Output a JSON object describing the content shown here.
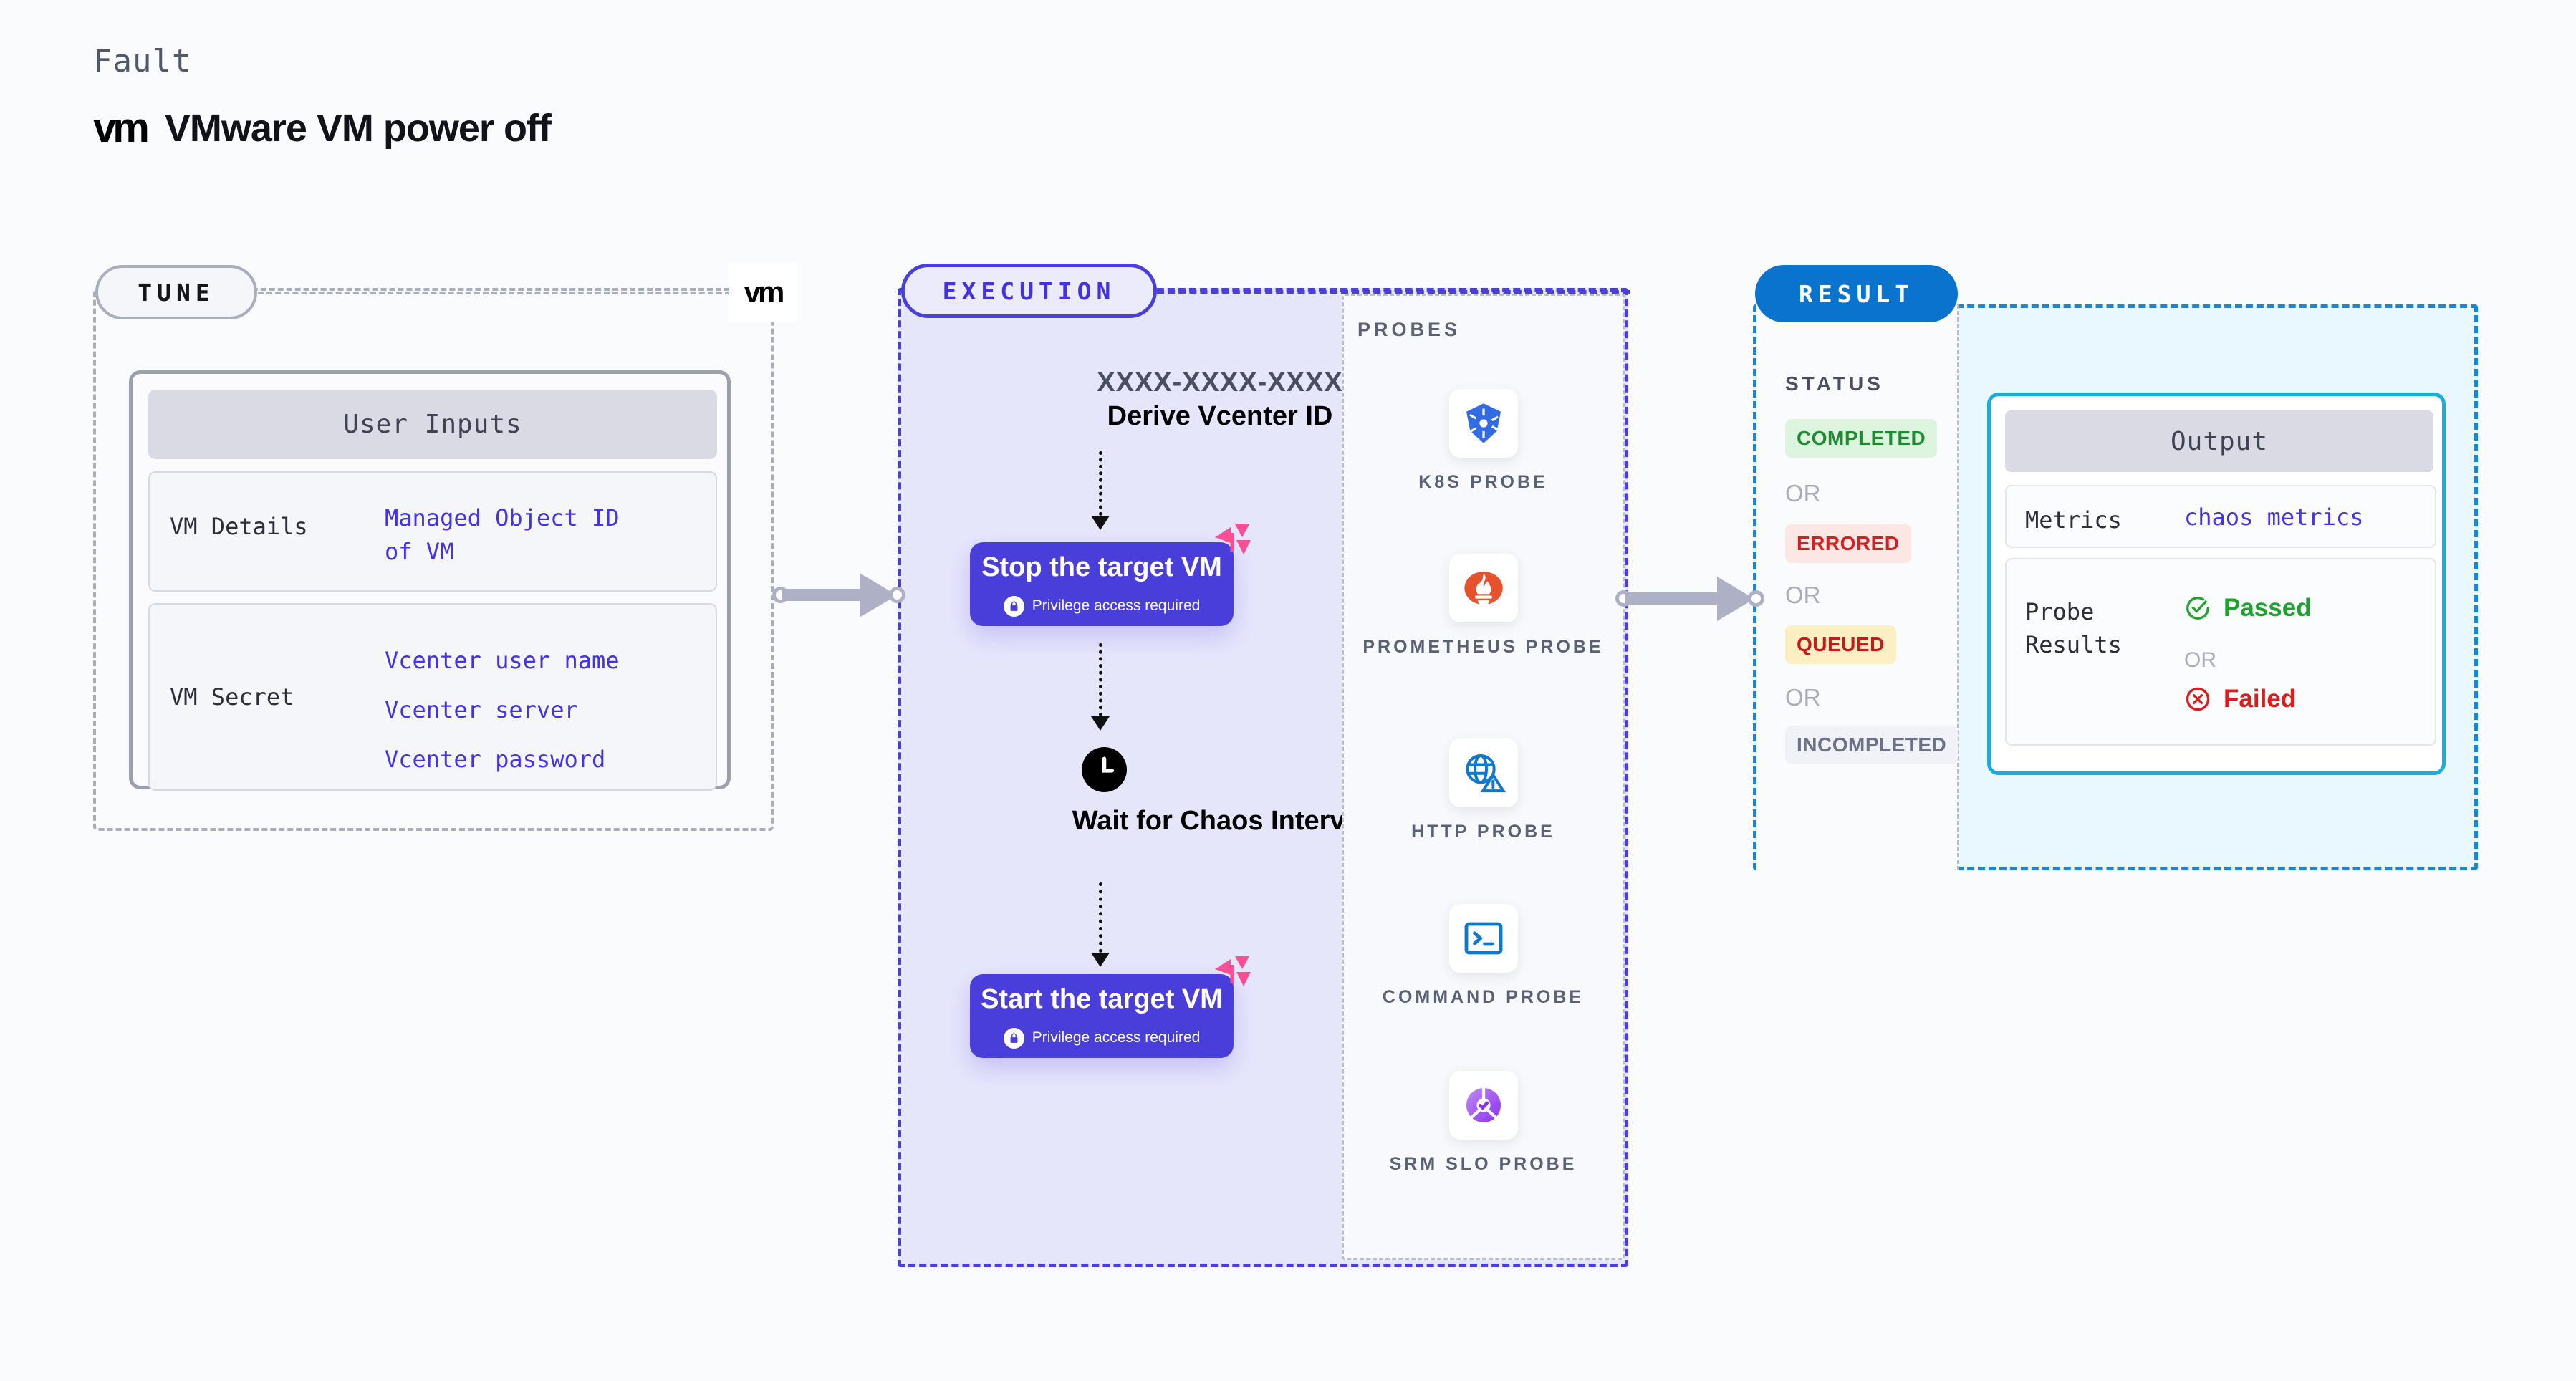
{
  "header": {
    "kicker": "Fault",
    "logo_text": "vm",
    "title": "VMware VM power off"
  },
  "tune": {
    "pill_label": "TUNE",
    "badge_logo": "vm",
    "card_header": "User Inputs",
    "rows": [
      {
        "key": "VM Details",
        "values": [
          "Managed Object ID",
          "of VM"
        ]
      },
      {
        "key": "VM Secret",
        "values": [
          "Vcenter user name",
          "Vcenter server",
          "Vcenter password"
        ]
      }
    ]
  },
  "execution": {
    "pill_label": "EXECUTION",
    "id_placeholder": "XXXX-XXXX-XXXX",
    "derive_label": "Derive Vcenter ID",
    "step_stop": {
      "title": "Stop the target VM",
      "note": "Privilege access required"
    },
    "wait": {
      "label": "Wait for Chaos Interval"
    },
    "step_start": {
      "title": "Start the target VM",
      "note": "Privilege access required"
    }
  },
  "probes": {
    "section_label": "PROBES",
    "items": [
      {
        "name": "K8S  PROBE",
        "icon": "kubernetes-icon"
      },
      {
        "name": "PROMETHEUS PROBE",
        "icon": "prometheus-icon"
      },
      {
        "name": "HTTP  PROBE",
        "icon": "http-globe-warning-icon"
      },
      {
        "name": "COMMAND PROBE",
        "icon": "terminal-icon"
      },
      {
        "name": "SRM  SLO PROBE",
        "icon": "srm-slo-icon"
      }
    ]
  },
  "result": {
    "pill_label": "RESULT",
    "status_label": "STATUS",
    "or_label": "OR",
    "statuses": [
      {
        "label": "COMPLETED",
        "fg": "#1f8a32",
        "bg": "#ddf5df"
      },
      {
        "label": "ERRORED",
        "fg": "#d81f1f",
        "bg": "#fde7e5"
      },
      {
        "label": "QUEUED",
        "fg": "#c71a1a",
        "bg": "#fcefc4"
      },
      {
        "label": "INCOMPLETED",
        "fg": "#6b7186",
        "bg": "#f1f2f7"
      }
    ],
    "output": {
      "header": "Output",
      "metrics_key": "Metrics",
      "metrics_value": "chaos metrics",
      "probe_key": "Probe Results",
      "passed": "Passed",
      "or_label": "OR",
      "failed": "Failed"
    }
  },
  "colors": {
    "accent_purple": "#4a3edb",
    "accent_blue": "#0a73ce",
    "accent_cyan": "#1aace0",
    "litmus_pink": "#fb4e94",
    "link_violet": "#4332e8",
    "dash_gray": "#a9aebd"
  }
}
